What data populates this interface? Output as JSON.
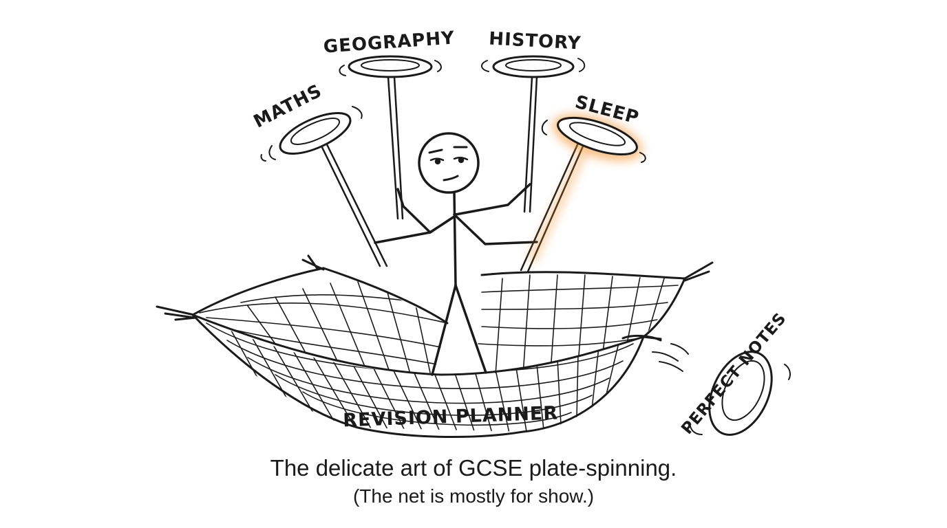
{
  "labels": {
    "maths": "MATHS",
    "geography": "GEOGRAPHY",
    "history": "HISTORY",
    "sleep": "SLEEP",
    "perfect_notes": "PERFECT NOTES",
    "net": "REVISION PLANNER"
  },
  "caption": {
    "line1": "The delicate art of GCSE plate-spinning.",
    "line2": "(The net is mostly for show.)"
  },
  "colors": {
    "ink": "#1a1a1a",
    "sleep_glow": "#f28a1c",
    "background": "#ffffff"
  }
}
